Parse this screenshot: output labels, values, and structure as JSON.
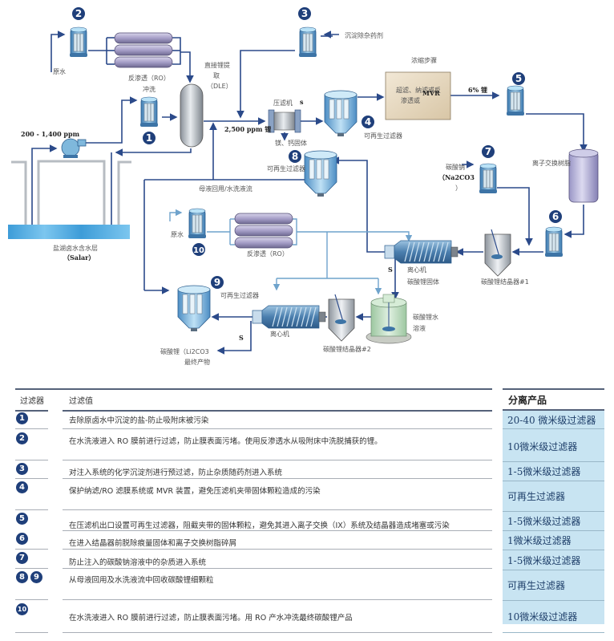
{
  "diagram": {
    "badges": [
      "1",
      "2",
      "3",
      "4",
      "5",
      "6",
      "7",
      "8",
      "9",
      "10"
    ],
    "labels": {
      "raw_water_top": "原水",
      "ro_top": "反渗透（RO）",
      "flush": "冲洗",
      "ppm_inlet": "200 - 1,400 ppm",
      "dle_line1": "直接锂提",
      "dle_line2": "取",
      "dle_line3": "（DLE）",
      "precip_agent": "沉淀除杂药剂",
      "filter_press": "压滤机",
      "s_press": "s",
      "ppm_mid": "2,500 ppm 锂",
      "mg_ca_solids": "镁、钙固体",
      "regen_filter_4": "可再生过滤器",
      "concentration_step": "浓缩步骤",
      "concentration_box_line1": "超滤、纳滤或反",
      "concentration_box_mvr": "MVR",
      "concentration_box_line2": "渗透或",
      "six_pct": "6% 锂",
      "ion_exchange": "离子交换树脂",
      "regen_filter_8": "可再生过滤器",
      "mother_liquor": "母液回用/水洗液流",
      "soda_ash_1": "碳酸钠",
      "soda_ash_2": "（Na2CO3",
      "soda_ash_3": "）",
      "brine_aquifer": "盐湖卤水含水层",
      "salar": "（Salar）",
      "raw_water_bottom": "原水",
      "ro_bottom": "反渗透（RO）",
      "centrifuge_1": "离心机",
      "li2co3_solid": "碳酸锂固体",
      "s_cent1": "S",
      "crystallizer_1": "碳酸锂结晶器#1",
      "li2co3_solution_1": "碳酸锂水",
      "li2co3_solution_2": "溶液",
      "regen_filter_9": "可再生过滤器",
      "centrifuge_2": "离心机",
      "s_cent2": "S",
      "crystallizer_2": "碳酸锂结晶器#2",
      "product_1": "碳酸锂（Li2CO3",
      "product_2": "最终产物"
    }
  },
  "table": {
    "headers": {
      "filter": "过滤器",
      "value": "过滤值",
      "product": "分离产品"
    },
    "rows": [
      {
        "badges": [
          "1"
        ],
        "desc": "去除原卤水中沉淀的盐-防止吸附床被污染",
        "product": "20-40 微米级过滤器"
      },
      {
        "badges": [
          "2"
        ],
        "desc": "在水洗液进入 RO 膜前进行过滤，防止膜表面污堵。使用反渗透水从吸附床中洗脱捕获的锂。",
        "product": "10微米级过滤器"
      },
      {
        "badges": [
          "3"
        ],
        "desc": "对注入系统的化学沉淀剂进行预过滤，防止杂质随药剂进入系统",
        "product": "1-5微米级过滤器"
      },
      {
        "badges": [
          "4"
        ],
        "desc": "保护纳滤/RO 滤膜系统或 MVR 装置，避免压滤机夹带固体颗粒造成的污染",
        "product": "可再生过滤器"
      },
      {
        "badges": [
          "5"
        ],
        "desc": "在压滤机出口设置可再生过滤器，阻截夹带的固体颗粒，避免其进入离子交换（IX）系统及结晶器造成堵塞或污染",
        "product": "1-5微米级过滤器"
      },
      {
        "badges": [
          "6"
        ],
        "desc": "在进入结晶器前脱除痕量固体和离子交换树脂碎屑",
        "product": "1微米级过滤器"
      },
      {
        "badges": [
          "7"
        ],
        "desc": "防止注入的碳酸钠溶液中的杂质进入系统",
        "product": "1-5微米级过滤器"
      },
      {
        "badges": [
          "8",
          "9"
        ],
        "desc": "从母液回用及水洗液流中回收碳酸锂细颗粒",
        "product": "可再生过滤器"
      },
      {
        "badges": [
          "10"
        ],
        "desc": "在水洗液进入 RO 膜前进行过滤，防止膜表面污堵。用 RO 产水冲洗最终碳酸锂产品",
        "product": "10微米级过滤器"
      }
    ]
  },
  "colors": {
    "pipe_dark": "#2b4a8a",
    "pipe_light": "#6fa3cc",
    "badge": "#1f3f7a",
    "product_cell_bg": "#c8e4f2",
    "water": "#5fb4e6"
  }
}
